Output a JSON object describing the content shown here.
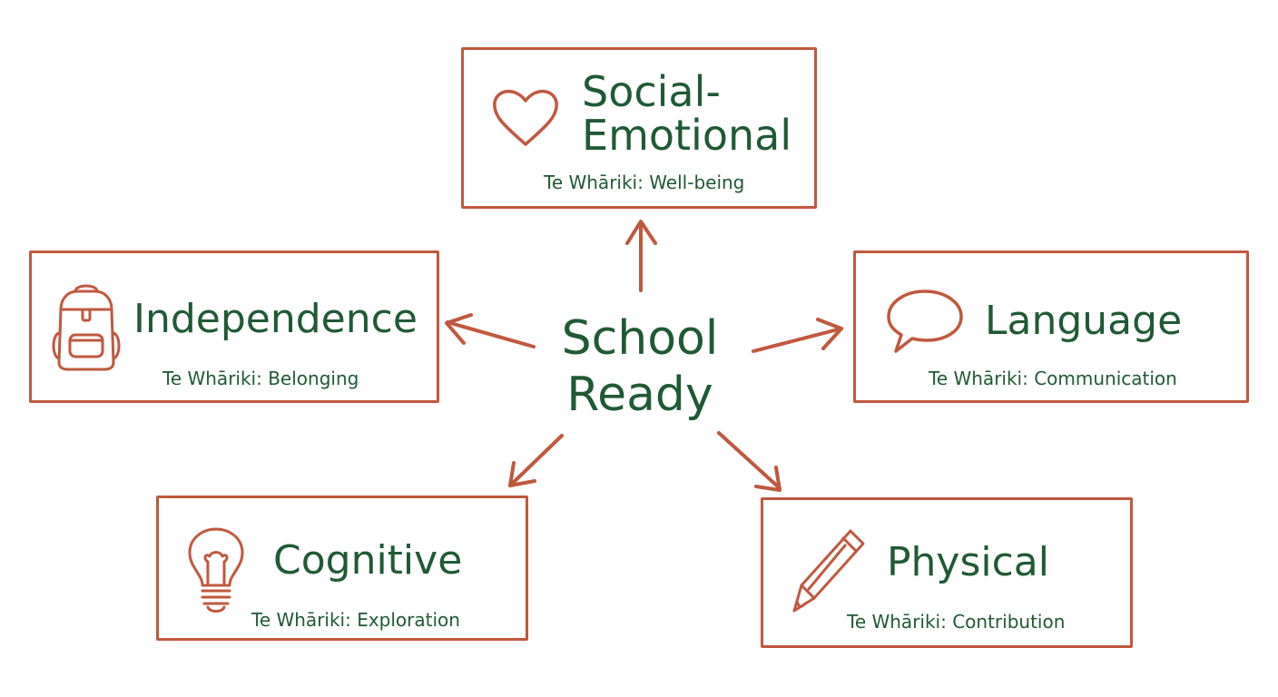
{
  "center": {
    "line1": "School",
    "line2": "Ready"
  },
  "nodes": {
    "social_emotional": {
      "title_line1": "Social-",
      "title_line2": "Emotional",
      "subtitle": "Te Whāriki: Well-being",
      "icon": "heart-icon"
    },
    "independence": {
      "title": "Independence",
      "subtitle": "Te Whāriki: Belonging",
      "icon": "backpack-icon"
    },
    "language": {
      "title": "Language",
      "subtitle": "Te Whāriki: Communication",
      "icon": "speech-bubble-icon"
    },
    "cognitive": {
      "title": "Cognitive",
      "subtitle": "Te Whāriki: Exploration",
      "icon": "lightbulb-icon"
    },
    "physical": {
      "title": "Physical",
      "subtitle": "Te Whāriki: Contribution",
      "icon": "pencil-icon"
    }
  },
  "colors": {
    "border": "#c0583e",
    "text": "#1f5a34",
    "background": "#ffffff"
  }
}
